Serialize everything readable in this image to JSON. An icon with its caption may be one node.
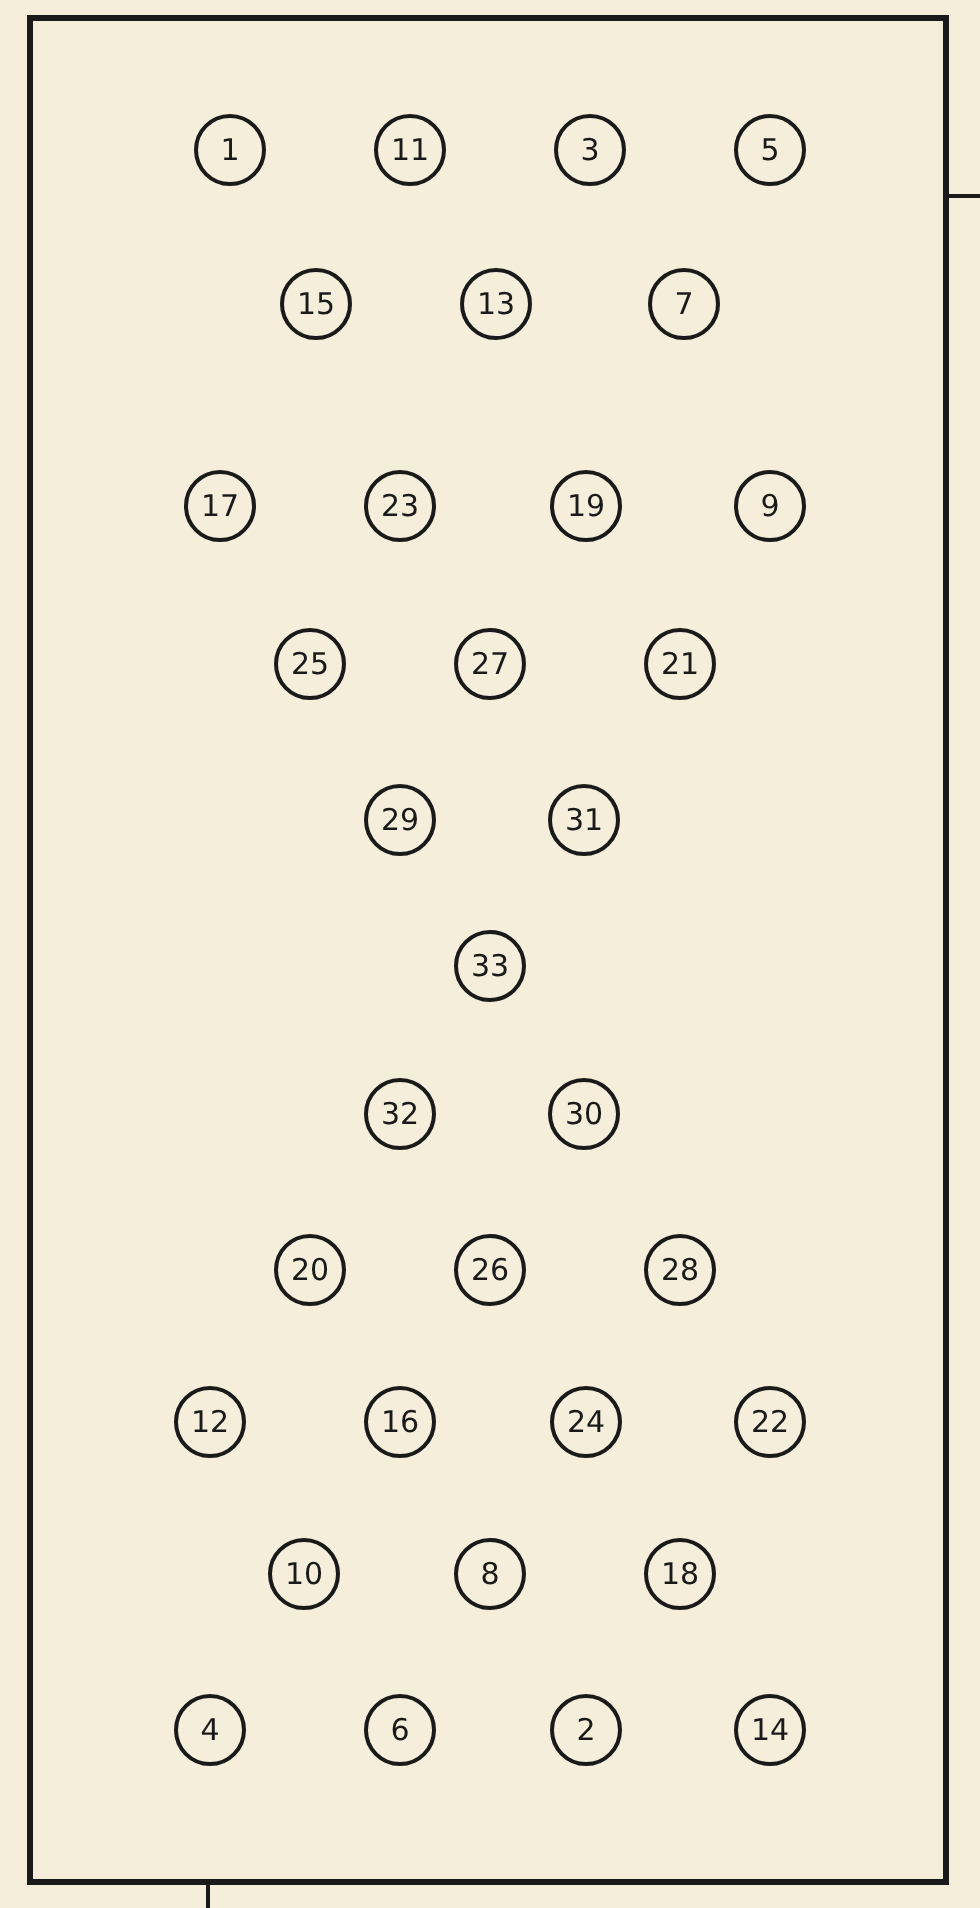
{
  "diagram": {
    "nodes": [
      {
        "text": [
          "1"
        ]
      },
      {
        "text": [
          "11"
        ]
      },
      {
        "text": [
          "3"
        ]
      },
      {
        "text": [
          "5"
        ]
      },
      {
        "text": [
          "15"
        ]
      },
      {
        "text": [
          "13"
        ]
      },
      {
        "text": [
          "7"
        ]
      },
      {
        "text": [
          "17"
        ]
      },
      {
        "text": [
          "23"
        ]
      },
      {
        "text": [
          "19"
        ]
      },
      {
        "text": [
          "9"
        ]
      },
      {
        "text": [
          "25"
        ]
      },
      {
        "text": [
          "27"
        ]
      },
      {
        "text": [
          "21"
        ]
      },
      {
        "text": [
          "29"
        ]
      },
      {
        "text": [
          "31"
        ]
      },
      {
        "text": [
          "33"
        ]
      },
      {
        "text": [
          "32"
        ]
      },
      {
        "text": [
          "30"
        ]
      },
      {
        "text": [
          "20"
        ]
      },
      {
        "text": [
          "26"
        ]
      },
      {
        "text": [
          "28"
        ]
      },
      {
        "text": [
          "12"
        ]
      },
      {
        "text": [
          "16"
        ]
      },
      {
        "text": [
          "24"
        ]
      },
      {
        "text": [
          "22"
        ]
      },
      {
        "text": [
          "10"
        ]
      },
      {
        "text": [
          "8"
        ]
      },
      {
        "text": [
          "18"
        ]
      },
      {
        "text": [
          "4"
        ]
      },
      {
        "text": [
          "6"
        ]
      },
      {
        "text": [
          "2"
        ]
      },
      {
        "text": [
          "14"
        ]
      }
    ]
  }
}
